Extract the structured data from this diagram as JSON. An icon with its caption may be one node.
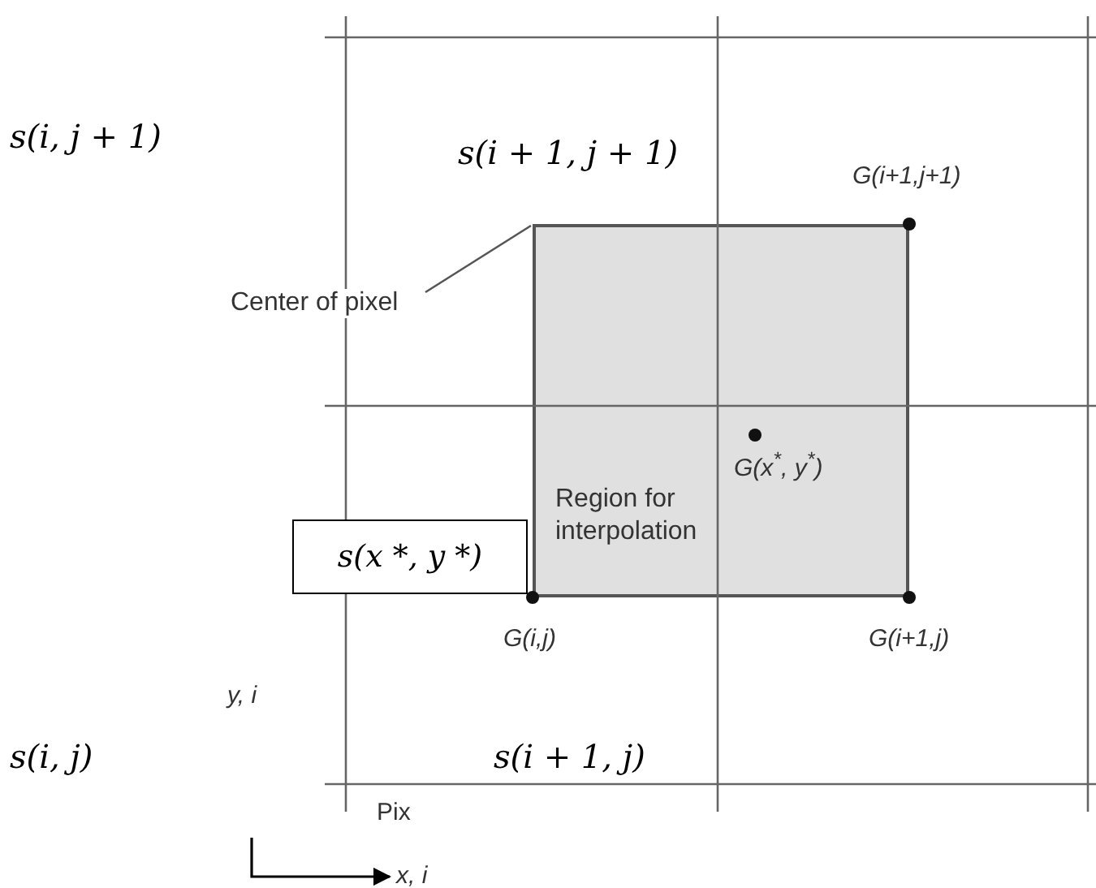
{
  "diagram": {
    "nodes": [
      {
        "text": [
          "Region for interpolation"
        ]
      },
      {
        "text": [
          "Center of pixel"
        ]
      },
      {
        "text": [
          "s(x *, y *)"
        ]
      }
    ],
    "edges": [
      {
        "from": 1,
        "to": 0,
        "arrow": "none"
      }
    ],
    "labels": [
      "s(i, j + 1)",
      "s(i + 1, j + 1)",
      "G(i+1,j+1)",
      "G(x$^{*}$, y$^{*}$)",
      "G(i,j)",
      "G(i+1,j)",
      "y, i",
      "s(i, j)",
      "s(i + 1, j)",
      "Pix",
      "x, i"
    ]
  }
}
